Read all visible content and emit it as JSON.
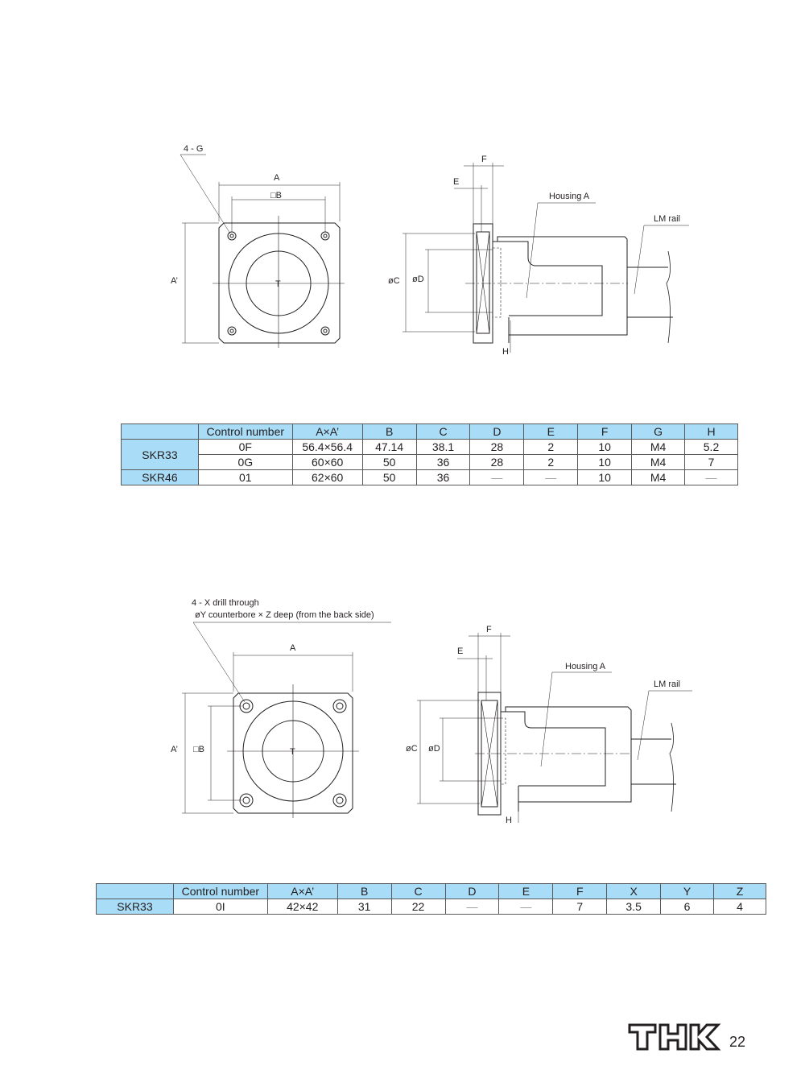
{
  "diagram1": {
    "labels": {
      "holes": "4 - G",
      "a": "A",
      "b": "□B",
      "a_prime": "A’",
      "t": "T",
      "f": "F",
      "e": "E",
      "housing": "Housing A",
      "lm_rail": "LM rail",
      "oc": "øC",
      "od": "øD",
      "h": "H"
    }
  },
  "table1": {
    "headers": [
      "Control number",
      "A×A’",
      "B",
      "C",
      "D",
      "E",
      "F",
      "G",
      "H"
    ],
    "rows": [
      {
        "series": "SKR33",
        "cells": [
          "0F",
          "56.4×56.4",
          "47.14",
          "38.1",
          "28",
          "2",
          "10",
          "M4",
          "5.2"
        ]
      },
      {
        "series": "",
        "cells": [
          "0G",
          "60×60",
          "50",
          "36",
          "28",
          "2",
          "10",
          "M4",
          "7"
        ]
      },
      {
        "series": "SKR46",
        "cells": [
          "01",
          "62×60",
          "50",
          "36",
          "—",
          "—",
          "10",
          "M4",
          "—"
        ]
      }
    ]
  },
  "diagram2": {
    "labels": {
      "holes_line1": "4 - X drill through",
      "holes_line2": "øY counterbore × Z deep (from the back side)",
      "a": "A",
      "a_prime": "A’",
      "b": "□B",
      "t": "T",
      "f": "F",
      "e": "E",
      "housing": "Housing A",
      "lm_rail": "LM rail",
      "oc": "øC",
      "od": "øD",
      "h": "H"
    }
  },
  "table2": {
    "headers": [
      "Control number",
      "A×A’",
      "B",
      "C",
      "D",
      "E",
      "F",
      "X",
      "Y",
      "Z"
    ],
    "rows": [
      {
        "series": "SKR33",
        "cells": [
          "0I",
          "42×42",
          "31",
          "22",
          "—",
          "—",
          "7",
          "3.5",
          "6",
          "4"
        ]
      }
    ]
  },
  "footer": {
    "brand": "THK",
    "page_number": "22"
  }
}
